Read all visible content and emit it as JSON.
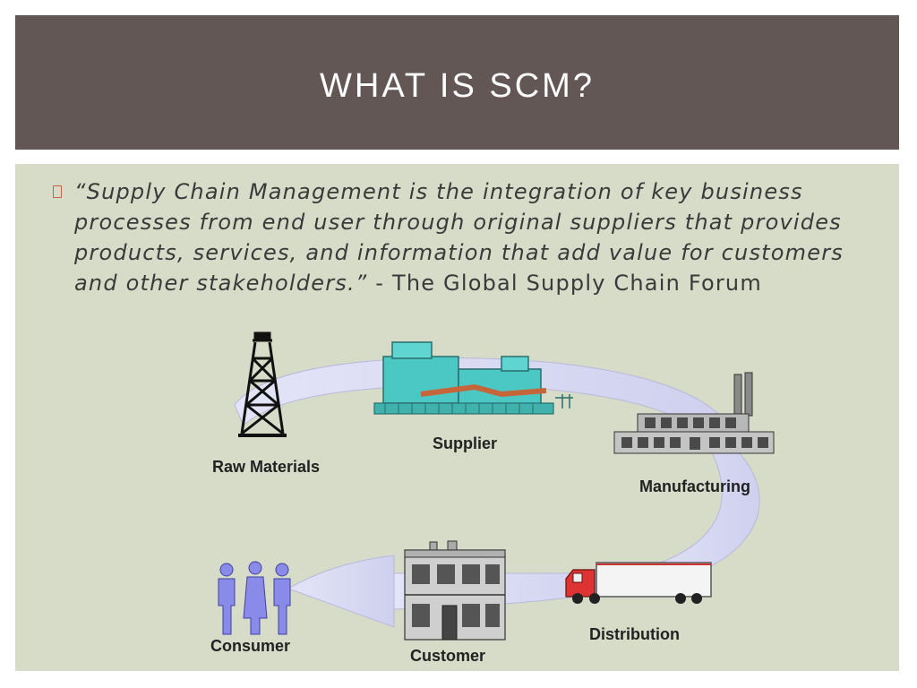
{
  "slide": {
    "title": "WHAT IS SCM?",
    "quote": "“Supply Chain Management is the integration of key business processes from end user through original suppliers that provides products, services, and information that add value for customers and other stakeholders.”",
    "separator": " -  ",
    "attribution": "The Global Supply Chain Forum"
  },
  "diagram": {
    "stages": {
      "raw_materials": "Raw Materials",
      "supplier": "Supplier",
      "manufacturing": "Manufacturing",
      "distribution": "Distribution",
      "customer": "Customer",
      "consumer": "Consumer"
    }
  },
  "colors": {
    "title_bar": "#625755",
    "content_bg": "#d6dcc8",
    "flow_arrow": "#dadaf2",
    "plant": "#4cc8c4"
  }
}
